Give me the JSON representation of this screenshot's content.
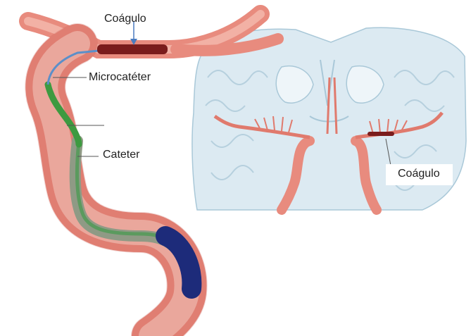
{
  "labels": {
    "clot_top": "Coágulo",
    "microcatheter": "Microcatéter",
    "catheter": "Cateter",
    "clot_right": "Coágulo"
  },
  "colors": {
    "artery": "#e88b7e",
    "artery_dark": "#c9574e",
    "artery_light": "#f6c2b6",
    "clot": "#7a1c1c",
    "microcatheter": "#3d9a40",
    "catheter": "#8f9a85",
    "balloon": "#1d2b7a",
    "brain": "#dceaf2",
    "brain_line": "#a9c8d8"
  }
}
